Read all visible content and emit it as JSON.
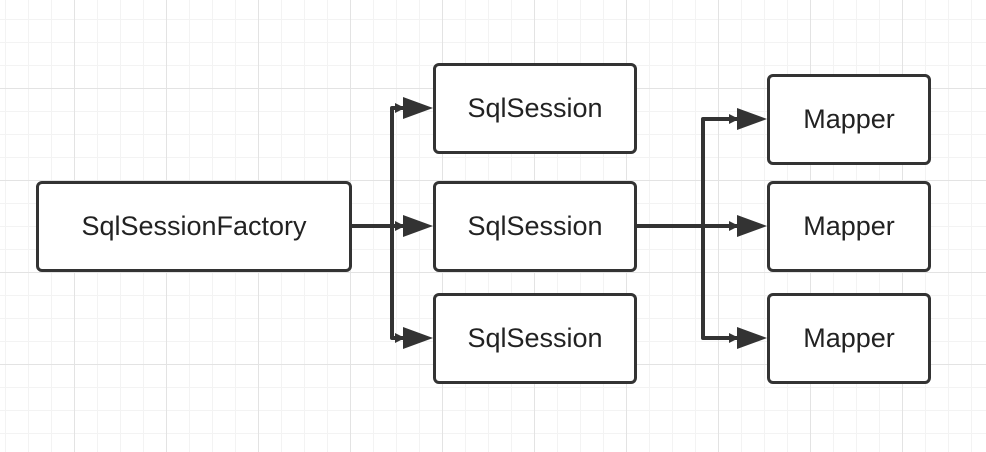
{
  "diagram": {
    "factory": {
      "label": "SqlSessionFactory"
    },
    "sessions": [
      {
        "label": "SqlSession"
      },
      {
        "label": "SqlSession"
      },
      {
        "label": "SqlSession"
      }
    ],
    "mappers": [
      {
        "label": "Mapper"
      },
      {
        "label": "Mapper"
      },
      {
        "label": "Mapper"
      }
    ],
    "edges": [
      {
        "from": "factory",
        "to": "session-1"
      },
      {
        "from": "factory",
        "to": "session-2"
      },
      {
        "from": "factory",
        "to": "session-3"
      },
      {
        "from": "session-2",
        "to": "mapper-1"
      },
      {
        "from": "session-2",
        "to": "mapper-2"
      },
      {
        "from": "session-2",
        "to": "mapper-3"
      }
    ],
    "colors": {
      "stroke": "#333333",
      "text": "#222222",
      "background": "#ffffff"
    }
  }
}
